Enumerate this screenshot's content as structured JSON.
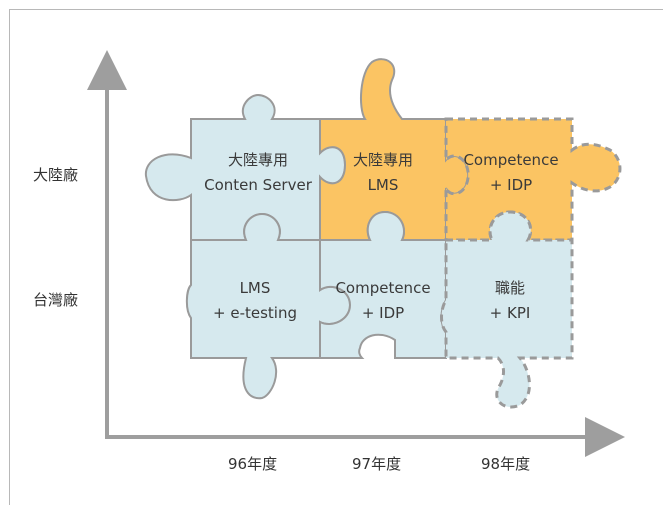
{
  "colors": {
    "light_piece": "#d6e9ee",
    "orange_piece": "#fbc463",
    "piece_stroke": "#9a9a9a",
    "axis": "#9e9e9e",
    "text": "#333333"
  },
  "axes": {
    "y_labels": [
      "大陸廠",
      "台灣廠"
    ],
    "x_labels": [
      "96年度",
      "97年度",
      "98年度"
    ]
  },
  "pieces": {
    "p1": {
      "line1": "大陸專用",
      "line2": "Conten Server"
    },
    "p2": {
      "line1": "大陸專用",
      "line2": "LMS"
    },
    "p3": {
      "line1": "Competence",
      "line2": "+ IDP"
    },
    "p4": {
      "line1": "LMS",
      "line2": "+ e-testing"
    },
    "p5": {
      "line1": "Competence",
      "line2": "+ IDP"
    },
    "p6": {
      "line1": "職能",
      "line2": "+ KPI"
    }
  }
}
